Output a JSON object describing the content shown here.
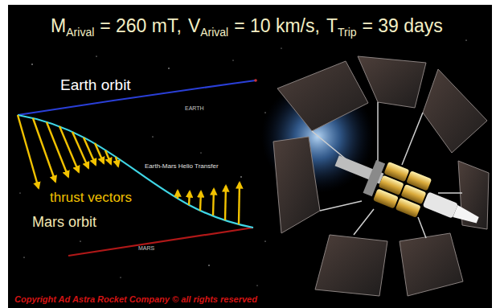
{
  "diagram": {
    "labels": [
      "M",
      "Arival",
      "= 260 mT,",
      "V",
      "Arival",
      "= 10 km/s,",
      "T",
      "Trip",
      "= 39 days",
      "Earth orbit",
      "EARTH",
      "Earth-Mars Helio Transfer",
      "thrust vectors",
      "Mars orbit",
      "MARS",
      "Copyright Ad Astra Rocket Company © all rights reserved"
    ]
  }
}
